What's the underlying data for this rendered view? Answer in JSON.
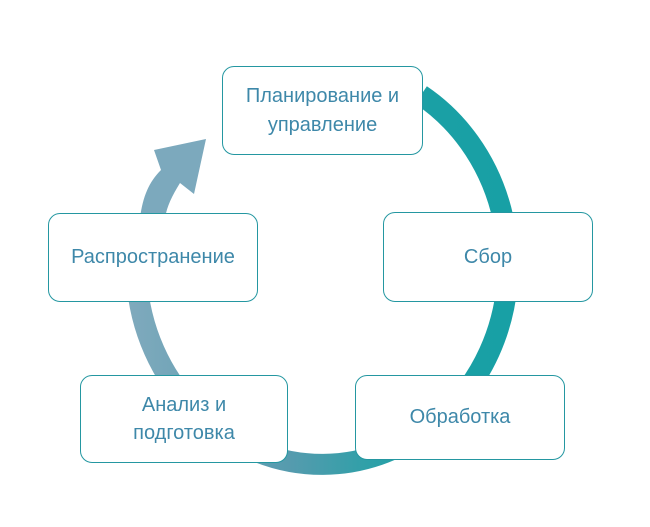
{
  "diagram": {
    "type": "cycle",
    "flow_direction": "clockwise",
    "nodes": [
      {
        "id": "planning",
        "label": "Планирование и управление",
        "position": "top"
      },
      {
        "id": "collection",
        "label": "Сбор",
        "position": "right"
      },
      {
        "id": "processing",
        "label": "Обработка",
        "position": "bottom-right"
      },
      {
        "id": "analysis",
        "label": "Анализ и подготовка",
        "position": "bottom-left"
      },
      {
        "id": "dissemination",
        "label": "Распространение",
        "position": "left"
      }
    ],
    "colors": {
      "ring_teal_dark": "#18A0A5",
      "ring_mid": "#4A96AA",
      "ring_light_gray_blue": "#7FAABD",
      "arrow": "#7CA9BD",
      "node_border": "#2497A1",
      "node_fill": "#FFFFFF",
      "node_text": "#3E88A9",
      "background": "#FFFFFF"
    }
  }
}
